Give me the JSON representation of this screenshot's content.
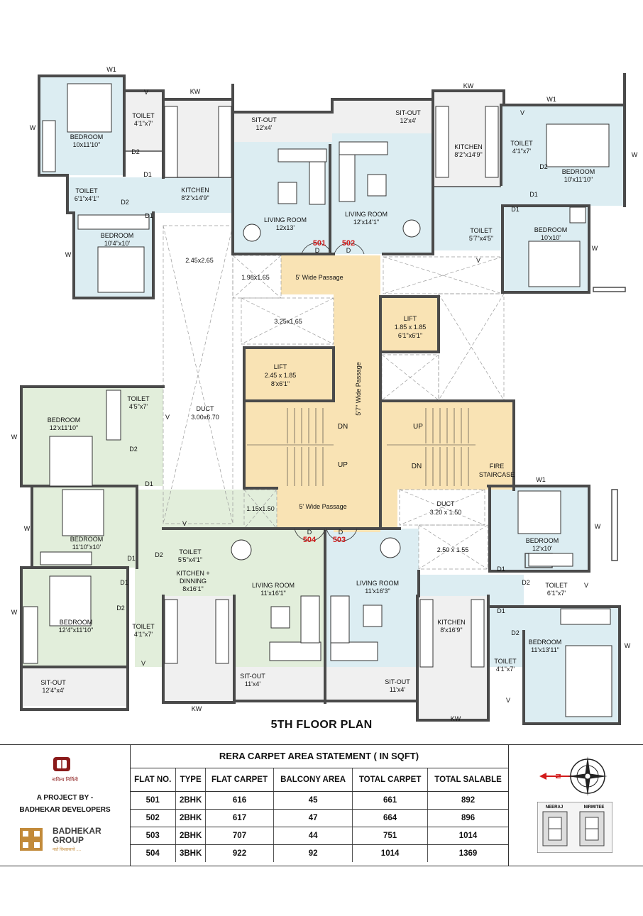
{
  "plan_title": "5TH FLOOR PLAN",
  "flat_tags": {
    "f501": "501",
    "f502": "502",
    "f503": "503",
    "f504": "504",
    "door": "D"
  },
  "rooms": {
    "tl_bedroom": [
      "BEDROOM",
      "10x11'10\""
    ],
    "tl_toilet1": [
      "TOILET",
      "4'1\"x7'"
    ],
    "tl_toilet2": [
      "TOILET",
      "6'1\"x4'1\""
    ],
    "tl_kitchen": [
      "KITCHEN",
      "8'2\"x14'9\""
    ],
    "tl_bedroom2": [
      "BEDROOM",
      "10'4\"x10'"
    ],
    "sitout_501": [
      "SIT-OUT",
      "12'x4'"
    ],
    "living_501": [
      "LIVING ROOM",
      "12x13'"
    ],
    "sitout_502": [
      "SIT-OUT",
      "12'x4'"
    ],
    "living_502": [
      "LIVING ROOM",
      "12'x14'1\""
    ],
    "kitchen_502": [
      "KITCHEN",
      "8'2\"x14'9\""
    ],
    "toilet_502a": [
      "TOILET",
      "4'1\"x7'"
    ],
    "bedroom_502a": [
      "BEDROOM",
      "10'x11'10\""
    ],
    "toilet_502b": [
      "TOILET",
      "5'7\"x4'5\""
    ],
    "bedroom_502b": [
      "BEDROOM",
      "10'x10'"
    ],
    "bedroom_504a": [
      "BEDROOM",
      "12'x11'10\""
    ],
    "toilet_504a": [
      "TOILET",
      "4'5\"x7'"
    ],
    "bedroom_504b": [
      "BEDROOM",
      "11'10\"x10'"
    ],
    "bedroom_504c": [
      "BEDROOM",
      "12'4\"x11'10\""
    ],
    "toilet_504b": [
      "TOILET",
      "4'1\"x7'"
    ],
    "toilet_504c": [
      "TOILET",
      "5'5\"x4'1\""
    ],
    "kitchen_504": [
      "KITCHEN +",
      "DINNING",
      "8x16'1\""
    ],
    "living_504": [
      "LIVING ROOM",
      "11'x16'1\""
    ],
    "sitout_504a": [
      "SIT-OUT",
      "12'4\"x4'"
    ],
    "sitout_504b": [
      "SIT-OUT",
      "11'x4'"
    ],
    "living_503": [
      "LIVING ROOM",
      "11'x16'3\""
    ],
    "sitout_503": [
      "SIT-OUT",
      "11'x4'"
    ],
    "kitchen_503": [
      "KITCHEN",
      "8'x16'9\""
    ],
    "bedroom_503a": [
      "BEDROOM",
      "12'x10'"
    ],
    "toilet_503a": [
      "TOILET",
      "6'1\"x7'"
    ],
    "toilet_503b": [
      "TOILET",
      "4'1\"x7'"
    ],
    "bedroom_503b": [
      "BEDROOM",
      "11'x13'11\""
    ]
  },
  "core": {
    "duct_main": [
      "DUCT",
      "3.00x6.70"
    ],
    "void_tl": "2.45x2.65",
    "void_a": "1.98x1.65",
    "void_b": "3.25x1.65",
    "lift1": [
      "LIFT",
      "1.85 x 1.85",
      "6'1\"x6'1\""
    ],
    "lift2": [
      "LIFT",
      "2.45 x 1.85",
      "8'x6'1\""
    ],
    "passage_top": "5' Wide Passage",
    "passage_vert": "5'7\" Wide Passage",
    "passage_bottom": "5' Wide Passage",
    "void_c": "1.15x1.50",
    "duct_br": [
      "DUCT",
      "3.20 x 1.50"
    ],
    "void_d": "2.50 x 1.55",
    "fire_staircase": [
      "FIRE",
      "STAIRCASE"
    ],
    "up": "UP",
    "dn": "DN"
  },
  "markers": {
    "w": "W",
    "w1": "W1",
    "kw": "KW",
    "v": "V",
    "d1": "D1",
    "d2": "D2"
  },
  "brand": {
    "tagline": "नाविन्य निर्मिती",
    "project_by": "A PROJECT BY -",
    "developer": "BADHEKAR DEVELOPERS",
    "group_line1": "BADHEKAR",
    "group_line2": "GROUP",
    "group_tag": "नाते विश्वासाचे ....",
    "brand_color": "#8a1a1a",
    "group_color": "#c28a3a"
  },
  "statement": {
    "title": "RERA CARPET AREA STATEMENT  ( IN SQFT)",
    "headers": [
      "FLAT NO.",
      "TYPE",
      "FLAT CARPET",
      "BALCONY AREA",
      "TOTAL CARPET",
      "TOTAL SALABLE"
    ],
    "rows": [
      [
        "501",
        "2BHK",
        "616",
        "45",
        "661",
        "892"
      ],
      [
        "502",
        "2BHK",
        "617",
        "47",
        "664",
        "896"
      ],
      [
        "503",
        "2BHK",
        "707",
        "44",
        "751",
        "1014"
      ],
      [
        "504",
        "3BHK",
        "922",
        "92",
        "1014",
        "1369"
      ]
    ]
  },
  "compass": {
    "north": "N"
  },
  "keymap": {
    "left": "NEERAJ",
    "right": "NIRMITEE"
  },
  "colors": {
    "flat_blue": "#dcedf2",
    "flat_green": "#e2eedb",
    "core_yellow": "#f9e3b4",
    "wall": "#4a4a4a",
    "door_red": "#d21b1b"
  }
}
